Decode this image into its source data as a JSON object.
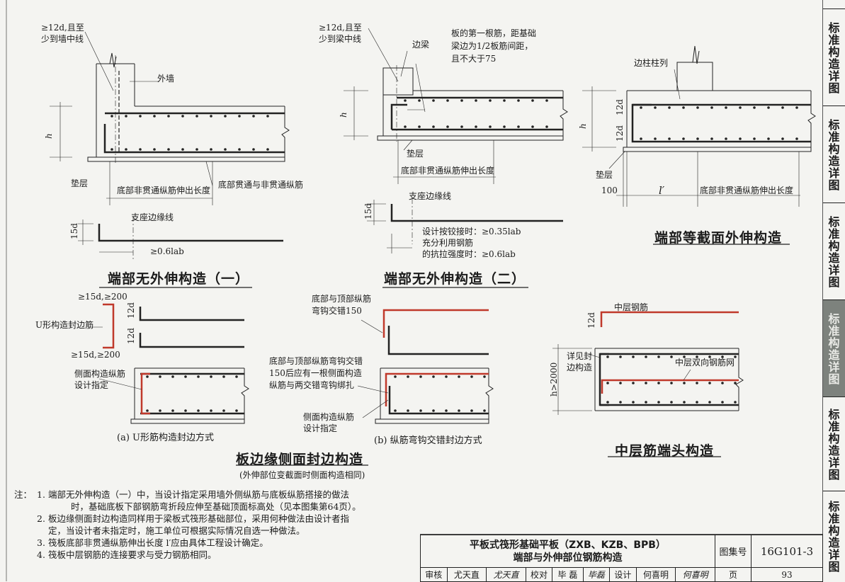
{
  "sidebar": {
    "tabs": [
      {
        "label": "标准构造详图",
        "active": false
      },
      {
        "label": "标准构造详图",
        "active": false
      },
      {
        "label": "标准构造详图",
        "active": false
      },
      {
        "label": "标准构造详图",
        "active": true
      },
      {
        "label": "标准构造详图",
        "active": false
      },
      {
        "label": "标准构造详图",
        "active": false
      }
    ]
  },
  "diagram1": {
    "title": "端部无外伸构造（一）",
    "note_top_1": "≥12d,且至",
    "note_top_2": "少到墙中线",
    "wall": "外墙",
    "h": "h",
    "cushion": "垫层",
    "extend": "底部非贯通纵筋伸出长度",
    "bars": "底部贯通与非贯通纵筋",
    "support": "支座边缘线",
    "d15": "15d",
    "anchor": "≥0.6lab"
  },
  "diagram2": {
    "title": "端部无外伸构造（二）",
    "note_top_1": "≥12d,且至",
    "note_top_2": "少到梁中线",
    "edge_beam": "边梁",
    "first_bar_1": "板的第一根筋，距基础",
    "first_bar_2": "梁边为1/2板筋间距，",
    "first_bar_3": "且不大于75",
    "h": "h",
    "cushion": "垫层",
    "extend": "底部非贯通纵筋伸出长度",
    "support": "支座边缘线",
    "d15": "15d",
    "hinge": "设计按铰接时：≥0.35lab",
    "full_1": "充分利用钢筋",
    "full_2": "的抗拉强度时：≥0.6lab"
  },
  "diagram3": {
    "title": "端部等截面外伸构造",
    "column": "边柱柱列",
    "h": "h",
    "d12a": "12d",
    "d12b": "12d",
    "cushion": "垫层",
    "dim100": "100",
    "lprime": "l′",
    "extend": "底部非贯通纵筋伸出长度"
  },
  "diagram4": {
    "title": "板边缘侧面封边构造",
    "subtitle": "(外伸部位变截面时侧面构造相同)",
    "cap_a": "(a)  U形筋构造封边方式",
    "cap_b": "(b)  纵筋弯钩交错封边方式",
    "u_top": "≥15d,≥200",
    "u_bot": "≥15d,≥200",
    "u_bar": "U形构造封边筋",
    "d12a": "12d",
    "d12b": "12d",
    "side_a_1": "侧面构造纵筋",
    "side_a_2": "设计指定",
    "hook_1": "底部与顶部纵筋",
    "hook_2": "弯钩交错150",
    "cross_1": "底部与顶部纵筋弯钩交错",
    "cross_2": "150后应有一根侧面构造",
    "cross_3": "纵筋与两交错弯钩绑扎",
    "side_b_1": "侧面构造纵筋",
    "side_b_2": "设计指定"
  },
  "diagram5": {
    "title": "中层筋端头构造",
    "mid_bar": "中层钢筋",
    "d12": "12d",
    "see_1": "详见封",
    "see_2": "边构造",
    "mesh": "中层双向钢筋网",
    "h2000": "h>2000"
  },
  "notes": {
    "head": "注：",
    "items": [
      {
        "num": "1.",
        "lines": [
          "端部无外伸构造（一）中，当设计指定采用墙外侧纵筋与底板纵筋搭接的做法",
          "时，基础底板下部钢筋弯折段应伸至基础顶面标高处（见本图集第64页）。"
        ]
      },
      {
        "num": "2.",
        "lines": [
          "板边缘侧面封边构造同样用于梁板式筏形基础部位，采用何种做法由设计者指",
          "定，当设计者未指定时，施工单位可根据实际情况自选一种做法。"
        ]
      },
      {
        "num": "3.",
        "lines": [
          "筏板底部非贯通纵筋伸出长度 l′应由具体工程设计确定。"
        ]
      },
      {
        "num": "4.",
        "lines": [
          "筏板中层钢筋的连接要求与受力钢筋相同。"
        ]
      }
    ]
  },
  "titleblock": {
    "title_1": "平板式筏形基础平板（ZXB、KZB、BPB）",
    "title_2": "端部与外伸部位钢筋构造",
    "atlas_label": "图集号",
    "atlas_no": "16G101-3",
    "review_label": "审核",
    "reviewer": "尤天直",
    "check_label": "校对",
    "checker": "毕 磊",
    "design_label": "设计",
    "designer": "何喜明",
    "page_label": "页",
    "page_no": "93"
  }
}
